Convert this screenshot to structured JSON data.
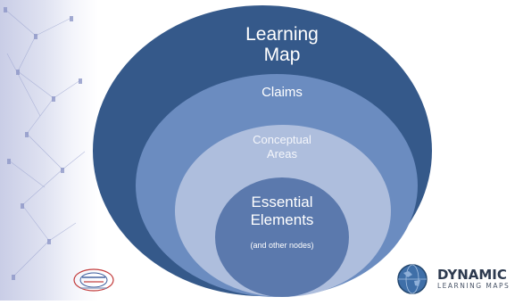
{
  "diagram": {
    "outer": {
      "label_line1": "Learning",
      "label_line2": "Map"
    },
    "claims": {
      "label": "Claims"
    },
    "conceptual_areas": {
      "label_line1": "Conceptual",
      "label_line2": "Areas"
    },
    "essential_elements": {
      "label_line1": "Essential",
      "label_line2": "Elements",
      "note": "(and other nodes)"
    }
  },
  "branding": {
    "right_logo_name": "DYNAMIC",
    "right_logo_tagline": "LEARNING MAPS"
  },
  "colors": {
    "outer": "#35598a",
    "claims": "#6b8cc0",
    "conceptual_areas": "#aebedd",
    "essential_elements": "#5b79ad"
  }
}
